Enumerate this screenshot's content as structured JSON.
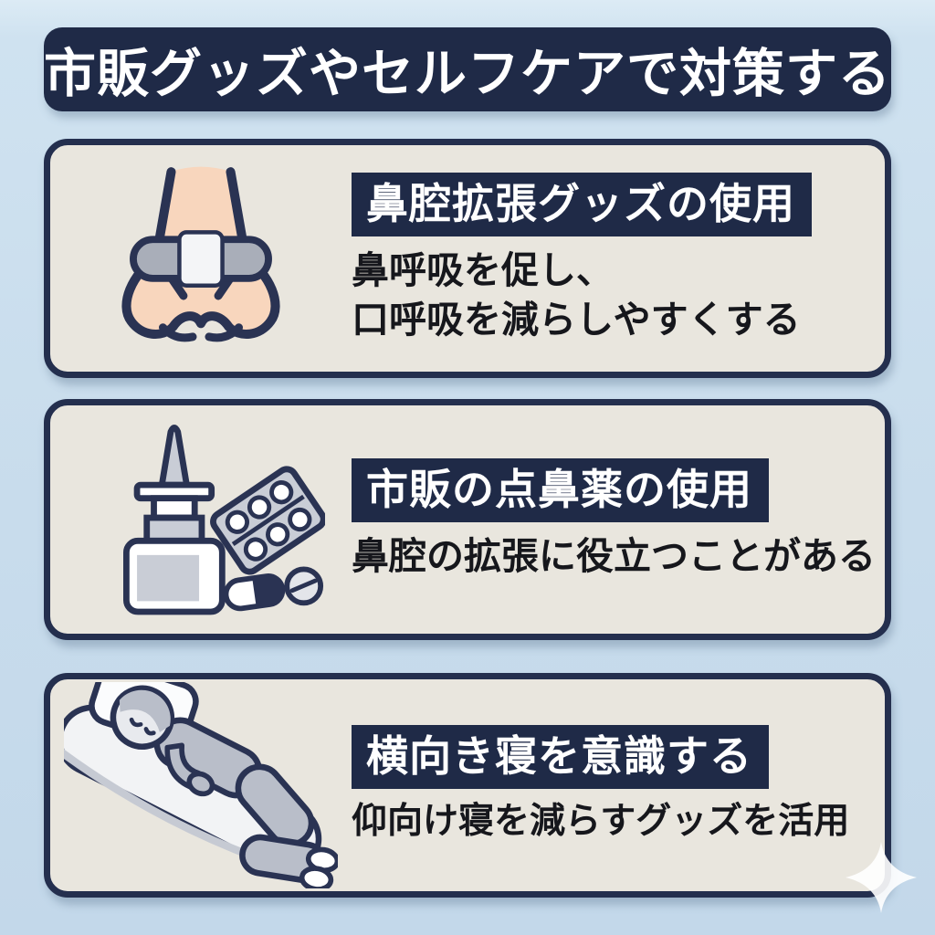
{
  "page": {
    "title": "市販グッズやセルフケアで対策する"
  },
  "colors": {
    "accent_navy": "#1f2a47",
    "card_background": "#e9e6de",
    "page_background": "#c8dcec",
    "heading_text": "#ffffff",
    "body_text": "#16171c",
    "skin_tone": "#f8d6bd",
    "icon_gray": "#b9bec9"
  },
  "cards": [
    {
      "icon": "nose-with-dilator-strip-icon",
      "heading": "鼻腔拡張グッズの使用",
      "body": [
        "鼻呼吸を促し、",
        "口呼吸を減らしやすくする"
      ]
    },
    {
      "icon": "nasal-spray-and-pills-icon",
      "heading": "市販の点鼻薬の使用",
      "body": [
        "鼻腔の拡張に役立つことがある"
      ]
    },
    {
      "icon": "person-sleeping-on-side-icon",
      "heading": "横向き寝を意識する",
      "body": [
        "仰向け寝を減らすグッズを活用"
      ]
    }
  ],
  "decoration": {
    "sparkle": "sparkle-icon"
  }
}
